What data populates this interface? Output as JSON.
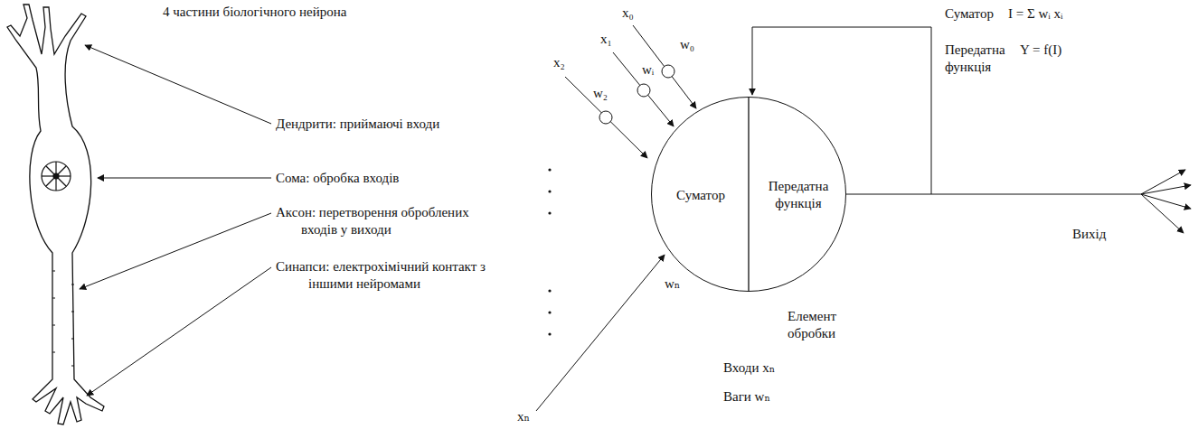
{
  "diagram": {
    "nodes": [
      {
        "text": [
          "Суматор",
          "Передатна функція",
          "Елемент обробки"
        ]
      }
    ],
    "labels": [
      "4 частини біологічного нейрона",
      "Дендрити: приймаючі входи",
      "Сома: обробка входів",
      "Аксон: перетворення оброблених входів у виходи",
      "Синапси: електрохімічний контакт з іншими нейромами",
      "x₀",
      "w₀",
      "x₁",
      "wᵢ",
      "x₂",
      "w₂",
      "wₙ",
      "xₙ",
      "Суматор",
      "I = Σ wᵢ xᵢ",
      "Передатна функція",
      "Y = f(I)",
      "Вихід",
      "Входи xₙ",
      "Ваги wₙ"
    ]
  }
}
